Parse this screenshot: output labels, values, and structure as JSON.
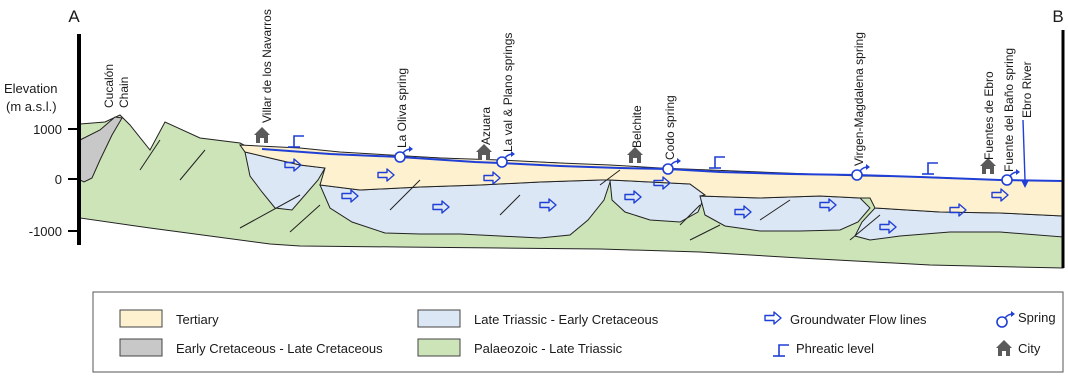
{
  "section": {
    "start_label": "A",
    "end_label": "B",
    "elevation_title_line1": "Elevation",
    "elevation_title_line2": "(m a.s.l.)",
    "elevation_ticks": [
      "1000",
      "0",
      "-1000"
    ]
  },
  "labels": {
    "cucalon_line1": "Cucalón",
    "cucalon_line2": "Chain",
    "villar": "Villar de los Navarros",
    "la_oliva": "La Oliva spring",
    "azuara": "Azuara",
    "la_val": "La val & Plano springs",
    "belchite": "Belchite",
    "codo": "Codo spring",
    "virgen": "Virgen-Magdalena spring",
    "fuentes": "Fuentes de Ebro",
    "fuente_bano": "Fuente del Baño spring",
    "ebro_river": "Ebro River"
  },
  "legend": {
    "tertiary": "Tertiary",
    "early_cret": "Early Cretaceous - Late Cretaceous",
    "late_triassic": "Late Triassic - Early Cretaceous",
    "palaeozoic": "Palaeozoic - Late Triassic",
    "flow_lines": "Groundwater Flow lines",
    "phreatic": "Phreatic level",
    "spring": "Spring",
    "city": "City"
  },
  "colors": {
    "tertiary": "#fdf1cf",
    "cretaceous": "#c8c8c8",
    "triassic": "#dbe7f4",
    "palaeozoic": "#cde4b8",
    "water": "#1f3fd6"
  }
}
